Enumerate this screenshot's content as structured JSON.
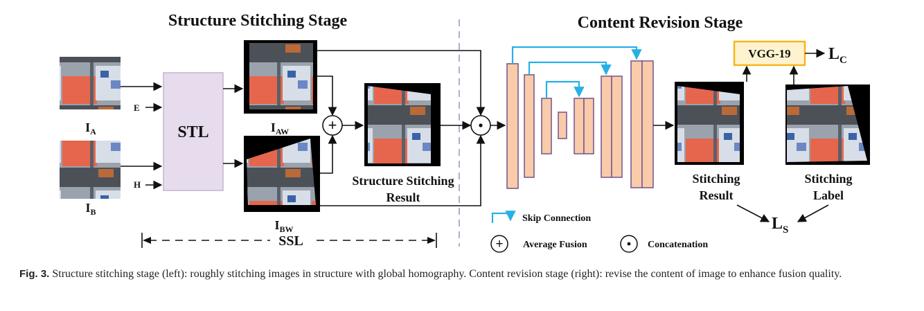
{
  "stage_titles": {
    "structure": "Structure Stitching Stage",
    "content": "Content Revision Stage"
  },
  "labels": {
    "ia_main": "I",
    "ia_sub": "A",
    "ib_main": "I",
    "ib_sub": "B",
    "iaw_main": "I",
    "iaw_sub": "AW",
    "ibw_main": "I",
    "ibw_sub": "BW",
    "e": "E",
    "h": "H",
    "stl": "STL",
    "ssr_line1": "Structure Stitching",
    "ssr_line2": "Result",
    "ssl": "SSL",
    "vgg": "VGG-19",
    "lc_main": "L",
    "lc_sub": "C",
    "ls_main": "L",
    "ls_sub": "S",
    "sr_line1": "Stitching",
    "sr_line2": "Result",
    "sl_line1": "Stitching",
    "sl_line2": "Label",
    "plus": "+",
    "dot": "•"
  },
  "legend": {
    "skip": "Skip Connection",
    "avg": "Average Fusion",
    "concat": "Concatenation"
  },
  "caption": {
    "fig": "Fig. 3.",
    "text": "Structure stitching stage (left): roughly stitching images in structure with global homography. Content revision stage (right): revise the content of image to enhance fusion quality."
  },
  "colors": {
    "stl_fill": "#e6dced",
    "stl_stroke": "#c4b3d4",
    "unet_fill": "#f9cba8",
    "unet_stroke": "#7a5c94",
    "skip": "#27b0e6",
    "vgg_fill": "#fff3cf",
    "vgg_stroke": "#f2b71c",
    "divider": "#b9a9cf"
  }
}
